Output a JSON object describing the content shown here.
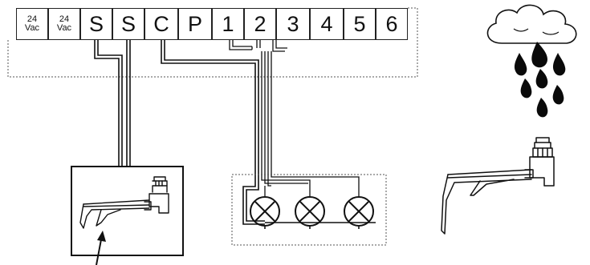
{
  "terminals": [
    {
      "id": "24vac-1",
      "top": "24",
      "bottom": "Vac"
    },
    {
      "id": "24vac-2",
      "top": "24",
      "bottom": "Vac"
    },
    {
      "id": "s1",
      "label": "S"
    },
    {
      "id": "s2",
      "label": "S"
    },
    {
      "id": "c",
      "label": "C"
    },
    {
      "id": "p",
      "label": "P"
    },
    {
      "id": "z1",
      "label": "1"
    },
    {
      "id": "z2",
      "label": "2"
    },
    {
      "id": "z3",
      "label": "3"
    },
    {
      "id": "z4",
      "label": "4"
    },
    {
      "id": "z5",
      "label": "5"
    },
    {
      "id": "z6",
      "label": "6"
    }
  ],
  "icons": {
    "rain": "rain-cloud-icon",
    "sensor": "rain-sensor-icon",
    "valve": "valve-icon",
    "arrow": "pointer-arrow-icon"
  },
  "colors": {
    "line": "#111111",
    "dotted": "#555555",
    "drops": "#0a0a0a"
  }
}
